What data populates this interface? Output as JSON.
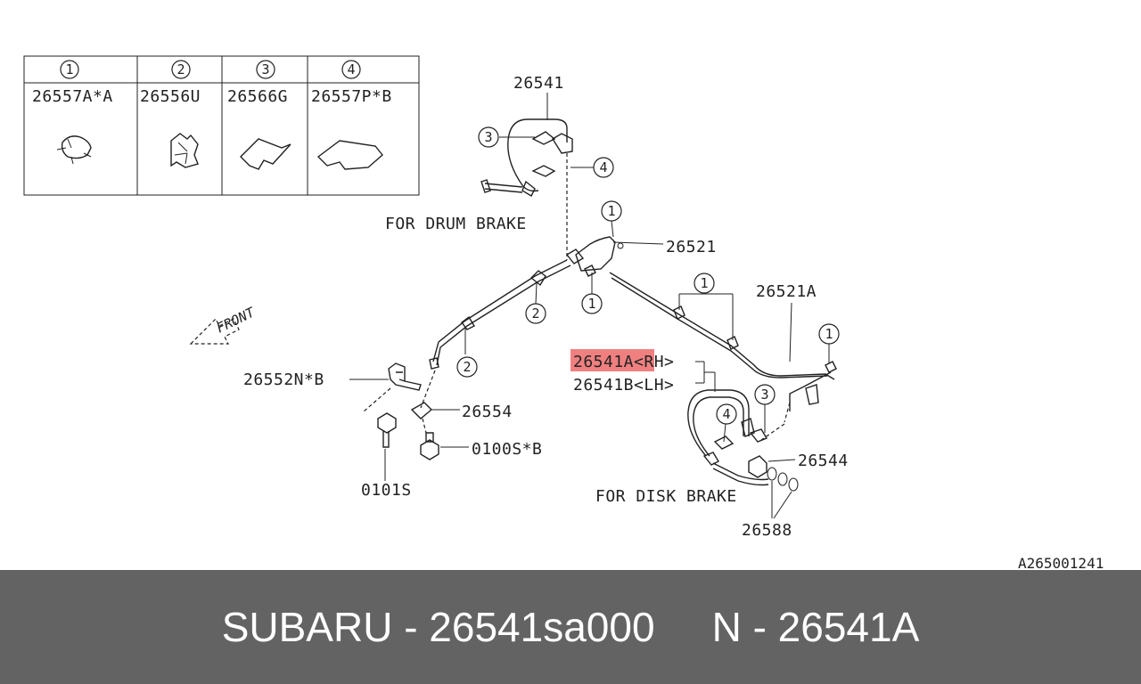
{
  "legend": {
    "columns": [
      {
        "number": "1",
        "part": "26557A*A"
      },
      {
        "number": "2",
        "part": "26556U"
      },
      {
        "number": "3",
        "part": "26566G"
      },
      {
        "number": "4",
        "part": "26557P*B"
      }
    ]
  },
  "labels": {
    "p26541": "26541",
    "drum_brake": "FOR DRUM BRAKE",
    "p26521": "26521",
    "p26521a": "26521A",
    "front": "FRONT",
    "p26541a": "26541A<RH>",
    "p26541b": "26541B<LH>",
    "p26552n": "26552N*B",
    "p26554": "26554",
    "p0100s": "0100S*B",
    "p0101s": "0101S",
    "p26544": "26544",
    "disk_brake": "FOR DISK BRAKE",
    "p26588": "26588",
    "diagram_code": "A265001241"
  },
  "callouts": {
    "c1": "1",
    "c2": "2",
    "c3": "3",
    "c4": "4"
  },
  "highlight_color": "#f08080",
  "footer": {
    "left": "SUBARU - 26541sa000",
    "right": "N - 26541A"
  }
}
